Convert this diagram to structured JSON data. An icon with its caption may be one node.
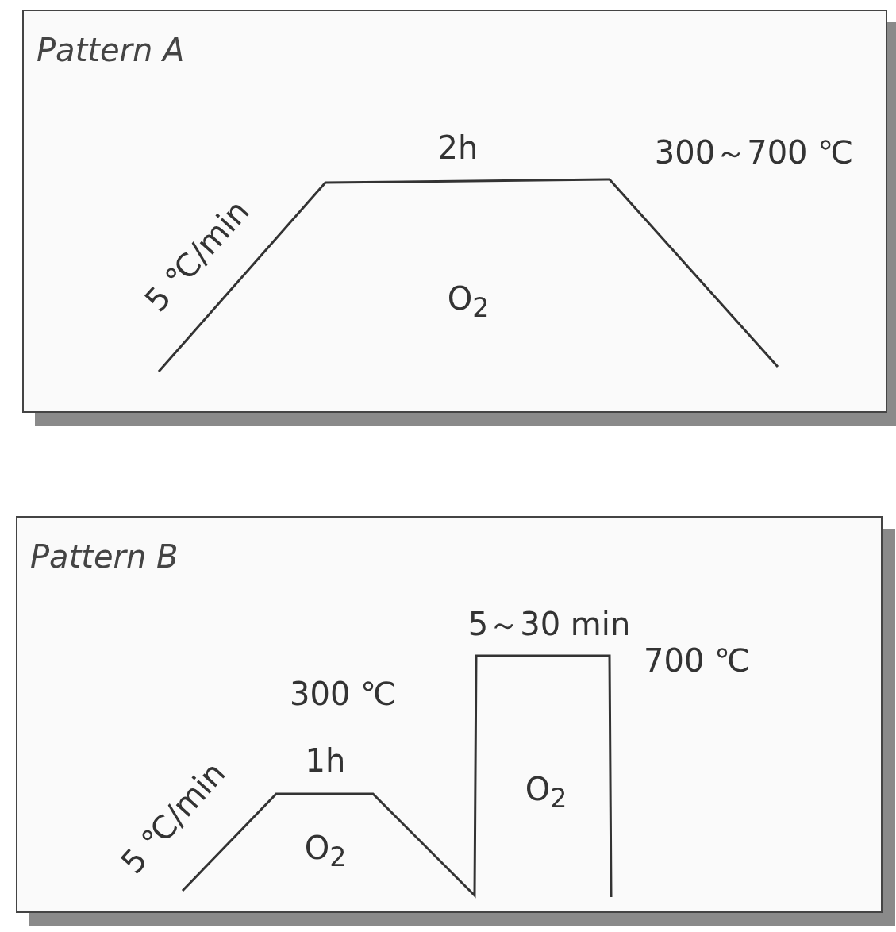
{
  "diagram": {
    "nodes": [
      {
        "text": [
          "Pattern A"
        ]
      },
      {
        "text": [
          "Pattern B"
        ]
      }
    ],
    "labels": [
      "2h",
      "300～700 ℃",
      "5 ℃/min",
      "O$_{2}$",
      "5～30 min",
      "700 ℃",
      "300 ℃",
      "1h",
      "5 ℃/min",
      "O$_{2}$",
      "O$_{2}$"
    ]
  }
}
